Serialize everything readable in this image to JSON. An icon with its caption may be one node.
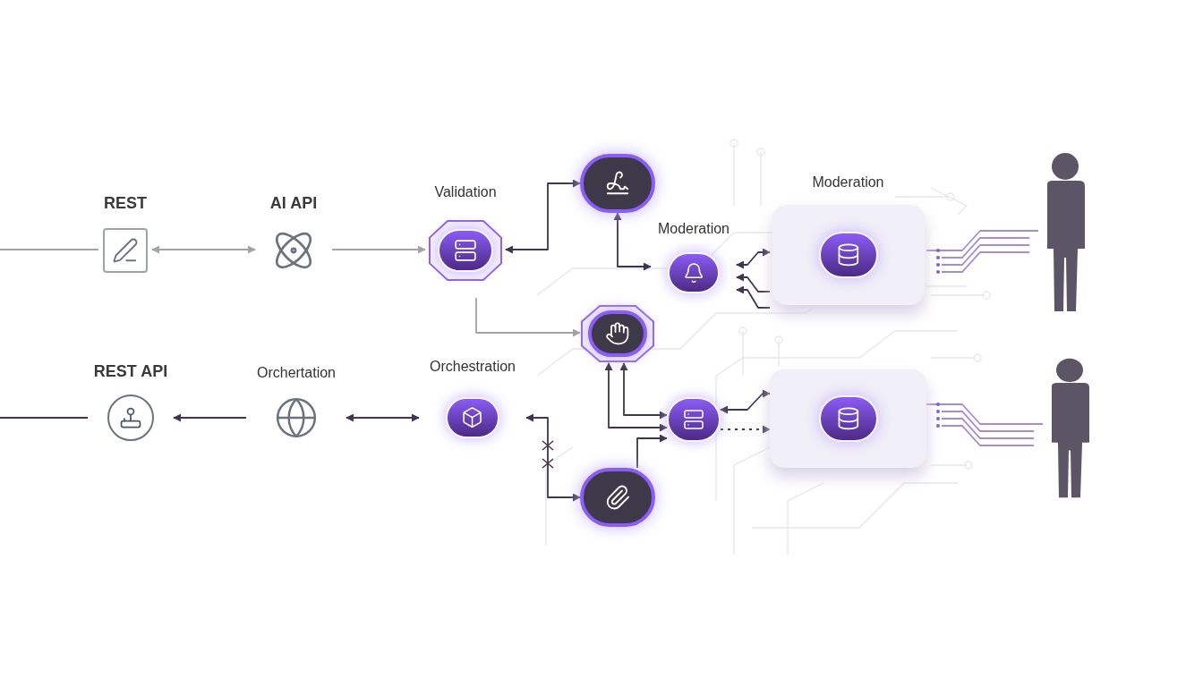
{
  "diagram": {
    "nodes": [
      {
        "text": [
          "REST"
        ]
      },
      {
        "text": [
          "AI API"
        ]
      },
      {
        "text": [
          "Validation"
        ]
      },
      {
        "text": [],
        "shape": "circle"
      },
      {
        "text": [
          "Moderation"
        ]
      },
      {
        "text": [
          "Moderation"
        ]
      },
      {
        "text": [],
        "shape": "circle"
      },
      {
        "text": [
          "REST API"
        ]
      },
      {
        "text": [
          "Orchertation"
        ]
      },
      {
        "text": [
          "Orchestration"
        ]
      },
      {
        "text": [],
        "shape": "circle"
      },
      {
        "text": [],
        "shape": "circle"
      },
      {
        "text": [],
        "shape": "box"
      },
      {
        "text": [],
        "shape": "person"
      },
      {
        "text": [],
        "shape": "person"
      }
    ],
    "edges": [
      {
        "from": null,
        "to": 0,
        "arrow": "none",
        "color": "#a3a3a3"
      },
      {
        "from": 1,
        "to": 0,
        "arrow": "both",
        "color": "#a3a3a3"
      },
      {
        "from": 1,
        "to": 2,
        "arrow": "to",
        "color": "#a3a3a3"
      },
      {
        "from": 2,
        "to": 3,
        "arrow": "both"
      },
      {
        "from": 3,
        "to": 4,
        "arrow": "both"
      },
      {
        "from": 5,
        "to": 4,
        "arrow": "both"
      },
      {
        "from": 5,
        "to": 4,
        "arrow": "to"
      },
      {
        "from": 5,
        "to": 4,
        "arrow": "to"
      },
      {
        "from": 2,
        "to": 6,
        "arrow": "to",
        "color": "#a3a3a3"
      },
      {
        "from": null,
        "to": 7,
        "arrow": "none"
      },
      {
        "from": 8,
        "to": 7,
        "arrow": "to"
      },
      {
        "from": 9,
        "to": 8,
        "arrow": "both"
      },
      {
        "from": 9,
        "to": 10,
        "arrow": "both"
      },
      {
        "from": 11,
        "to": 6,
        "arrow": "both"
      },
      {
        "from": 11,
        "to": 6,
        "arrow": "both"
      },
      {
        "from": 10,
        "to": 11,
        "arrow": "to"
      },
      {
        "from": 11,
        "to": 12,
        "arrow": "both"
      },
      {
        "from": 11,
        "to": 12,
        "arrow": "to",
        "style": "dashed"
      },
      {
        "from": 5,
        "to": 13,
        "arrow": "none",
        "color": "#a78bdb"
      },
      {
        "from": 12,
        "to": 14,
        "arrow": "none",
        "color": "#a78bdb"
      }
    ]
  }
}
